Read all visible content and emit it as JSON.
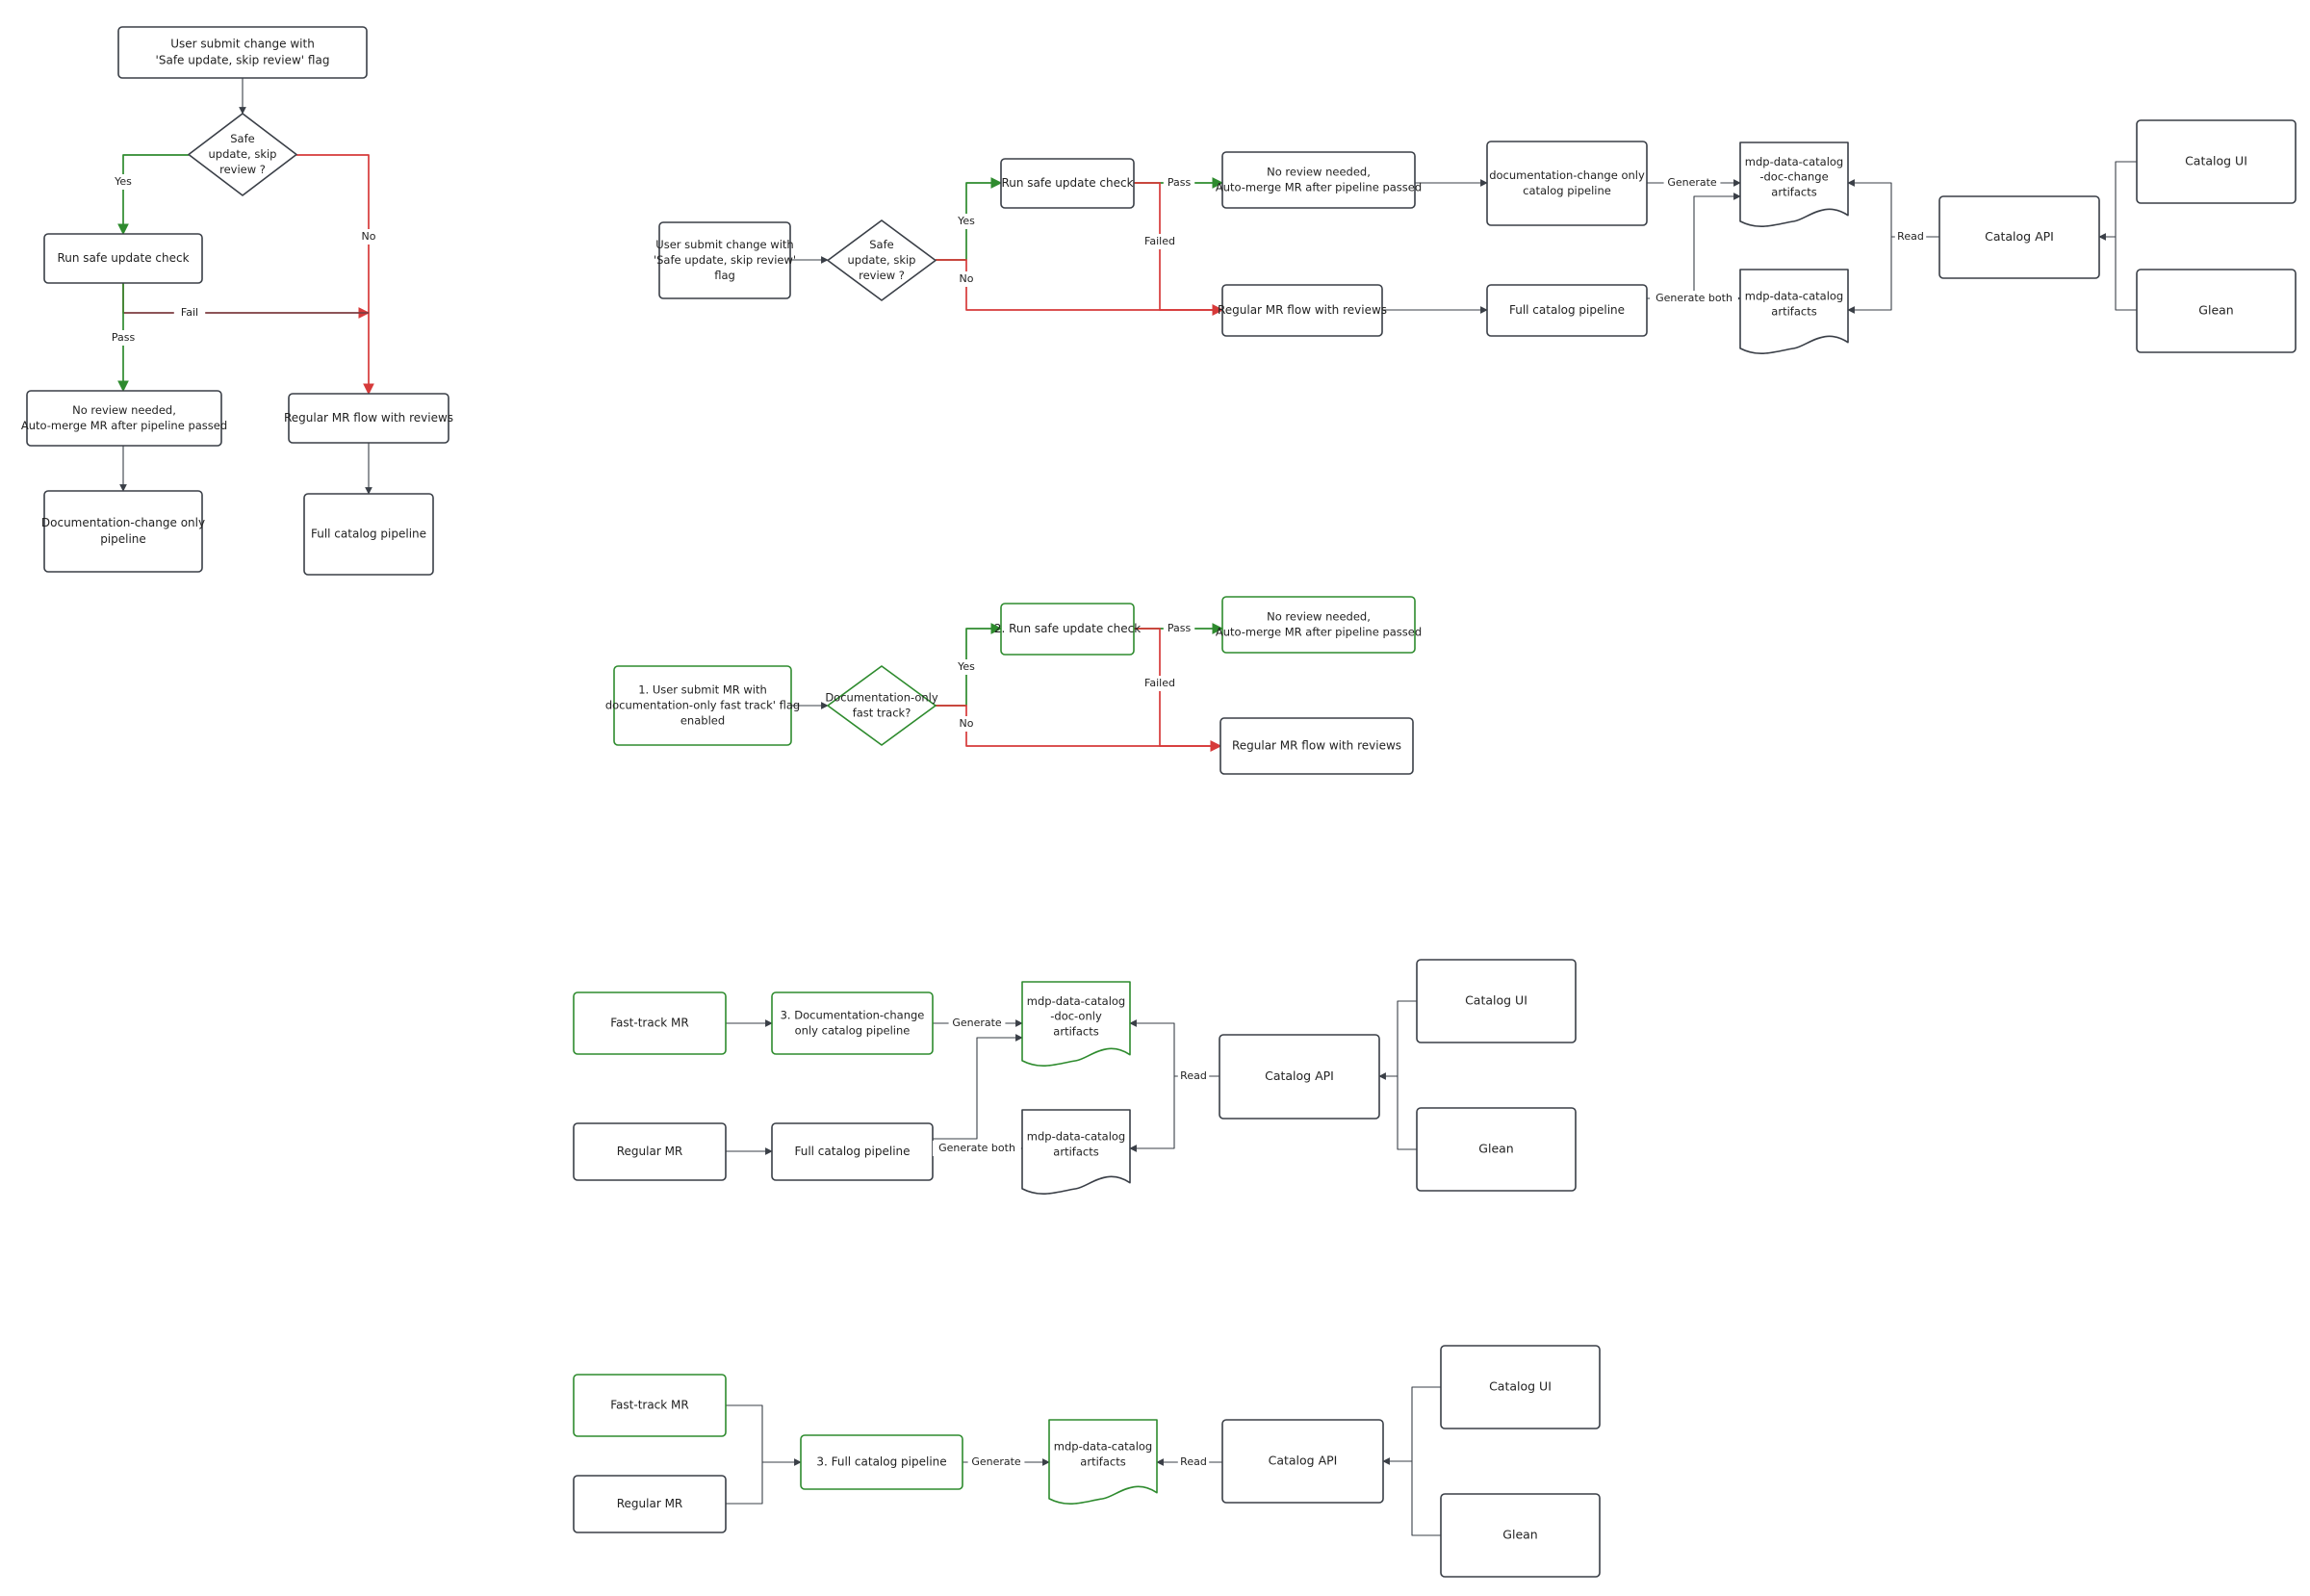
{
  "colors": {
    "stroke": "#3a3f47",
    "green": "#2e8b2e",
    "red": "#d63a3a",
    "text": "#222222",
    "background": "#ffffff"
  },
  "diagram1": {
    "start": [
      "User submit change with",
      "'Safe update, skip review' flag"
    ],
    "decision": [
      "Safe",
      "update, skip",
      "review ?"
    ],
    "yes": "Yes",
    "no": "No",
    "check": [
      "Run safe update check"
    ],
    "fail": "Fail",
    "pass": "Pass",
    "auto": [
      "No review needed,",
      "Auto-merge MR after pipeline passed"
    ],
    "regular": [
      "Regular MR flow with reviews"
    ],
    "doc_pipeline": [
      "Documentation-change only",
      "pipeline"
    ],
    "full_pipeline": [
      "Full catalog pipeline"
    ]
  },
  "diagram2": {
    "start": [
      "User submit change with",
      "'Safe update, skip review'",
      "flag"
    ],
    "decision": [
      "Safe",
      "update, skip",
      "review ?"
    ],
    "yes": "Yes",
    "no": "No",
    "check": [
      "Run safe update check"
    ],
    "pass": "Pass",
    "failed": "Failed",
    "auto": [
      "No review needed,",
      "Auto-merge MR after pipeline passed"
    ],
    "regular": [
      "Regular MR flow with reviews"
    ],
    "doc_pipeline": [
      "documentation-change only",
      "catalog pipeline"
    ],
    "full_pipeline": [
      "Full catalog pipeline"
    ],
    "generate": "Generate",
    "generate_both": "Generate both",
    "doc_artifacts": [
      "mdp-data-catalog",
      "-doc-change",
      "artifacts"
    ],
    "artifacts": [
      "mdp-data-catalog",
      "artifacts"
    ],
    "read": "Read",
    "api": [
      "Catalog API"
    ],
    "ui": [
      "Catalog UI"
    ],
    "glean": [
      "Glean"
    ]
  },
  "diagram3": {
    "start": [
      "1. User submit MR with",
      "documentation-only fast track' flag",
      "enabled"
    ],
    "decision": [
      "Documentation-only",
      "fast track?"
    ],
    "yes": "Yes",
    "no": "No",
    "check": [
      "2. Run safe update check"
    ],
    "pass": "Pass",
    "failed": "Failed",
    "auto": [
      "No review needed,",
      "Auto-merge MR after pipeline passed"
    ],
    "regular": [
      "Regular MR flow with reviews"
    ]
  },
  "diagram4": {
    "fast_track": [
      "Fast-track MR"
    ],
    "regular_mr": [
      "Regular MR"
    ],
    "doc_pipeline": [
      "3. Documentation-change",
      "only catalog pipeline"
    ],
    "full_pipeline": [
      "Full catalog pipeline"
    ],
    "generate": "Generate",
    "generate_both": "Generate both",
    "doc_artifacts": [
      "mdp-data-catalog",
      "-doc-only",
      "artifacts"
    ],
    "artifacts": [
      "mdp-data-catalog",
      "artifacts"
    ],
    "read": "Read",
    "api": [
      "Catalog API"
    ],
    "ui": [
      "Catalog UI"
    ],
    "glean": [
      "Glean"
    ]
  },
  "diagram5": {
    "fast_track": [
      "Fast-track MR"
    ],
    "regular_mr": [
      "Regular MR"
    ],
    "full_pipeline": [
      "3. Full catalog pipeline"
    ],
    "generate": "Generate",
    "artifacts": [
      "mdp-data-catalog",
      "artifacts"
    ],
    "read": "Read",
    "api": [
      "Catalog API"
    ],
    "ui": [
      "Catalog UI"
    ],
    "glean": [
      "Glean"
    ]
  }
}
